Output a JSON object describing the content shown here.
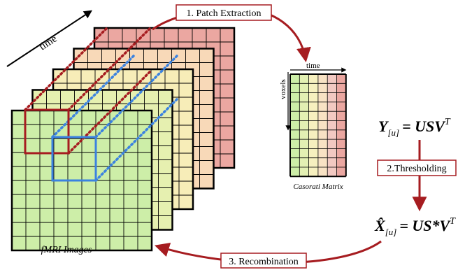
{
  "axis": {
    "time_label": "time"
  },
  "steps": {
    "patch_extraction": "1. Patch Extraction",
    "thresholding": "2.Thresholding",
    "recombination": "3. Recombination"
  },
  "labels": {
    "fmri_images": "fMRI Images",
    "casorati_matrix": "Casorati Matrix",
    "casorati_time": "time",
    "casorati_voxels": "voxels"
  },
  "equations": {
    "svd_lhs": "Y",
    "svd_sub": "[u]",
    "svd_rhs": "= USV",
    "svd_sup": "T",
    "recon_lhs": "X̂",
    "recon_sub": "[u]",
    "recon_rhs": "= US*V",
    "recon_sup": "T"
  },
  "colors": {
    "frame_front": "#cdeea8",
    "frame_2": "#e6f0b0",
    "frame_3": "#f7edb8",
    "frame_4": "#f8d9b8",
    "frame_back": "#eba7a1",
    "red_patch": "#a61c20",
    "blue_patch": "#3b82e0",
    "arrow": "#a61c20"
  },
  "casorati_columns": [
    "#cdeea8",
    "#e3f0b3",
    "#f7f0bf",
    "#f8e2c4",
    "#f2c9c2",
    "#eba7a1"
  ]
}
